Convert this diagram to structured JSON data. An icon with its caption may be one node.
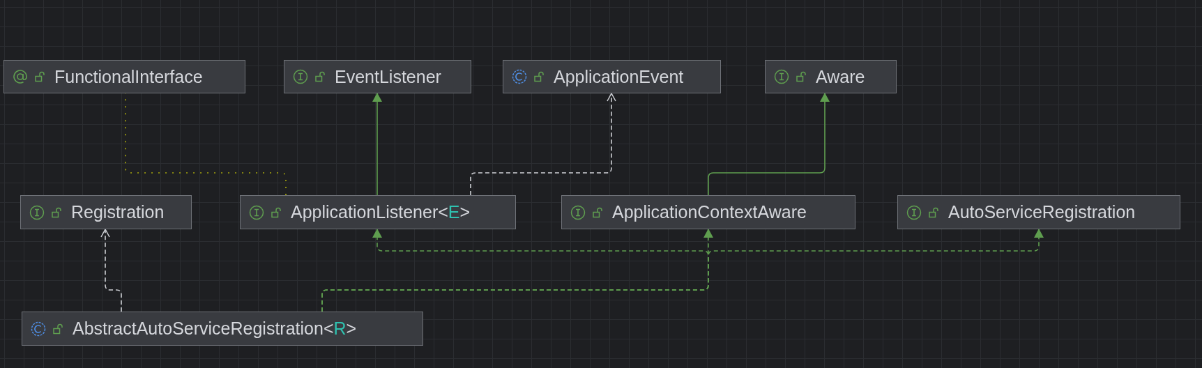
{
  "diagram": {
    "nodes": [
      {
        "text": [
          "FunctionalInterface"
        ]
      },
      {
        "text": [
          "EventListener"
        ]
      },
      {
        "text": [
          "ApplicationEvent"
        ]
      },
      {
        "text": [
          "Aware"
        ]
      },
      {
        "text": [
          "Registration"
        ]
      },
      {
        "text": [
          "ApplicationListener<E>"
        ]
      },
      {
        "text": [
          "ApplicationContextAware"
        ]
      },
      {
        "text": [
          "AutoServiceRegistration"
        ]
      },
      {
        "text": [
          "AbstractAutoServiceRegistration<R>"
        ]
      }
    ],
    "edges": [
      {
        "from": 5,
        "to": 0,
        "arrow": "none",
        "style": "dashed",
        "color": "#a8a80c"
      },
      {
        "from": 5,
        "to": 1,
        "arrow": "to"
      },
      {
        "from": 5,
        "to": 2,
        "arrow": "to",
        "style": "dashed",
        "color": "#cfd1d6"
      },
      {
        "from": 6,
        "to": 3,
        "arrow": "to"
      },
      {
        "from": 8,
        "to": 4,
        "arrow": "to",
        "style": "dashed",
        "color": "#cfd1d6"
      },
      {
        "from": 8,
        "to": 5,
        "arrow": "to",
        "style": "dashed"
      },
      {
        "from": 8,
        "to": 6,
        "arrow": "to",
        "style": "dashed"
      },
      {
        "from": 8,
        "to": 7,
        "arrow": "to",
        "style": "dashed"
      }
    ]
  }
}
